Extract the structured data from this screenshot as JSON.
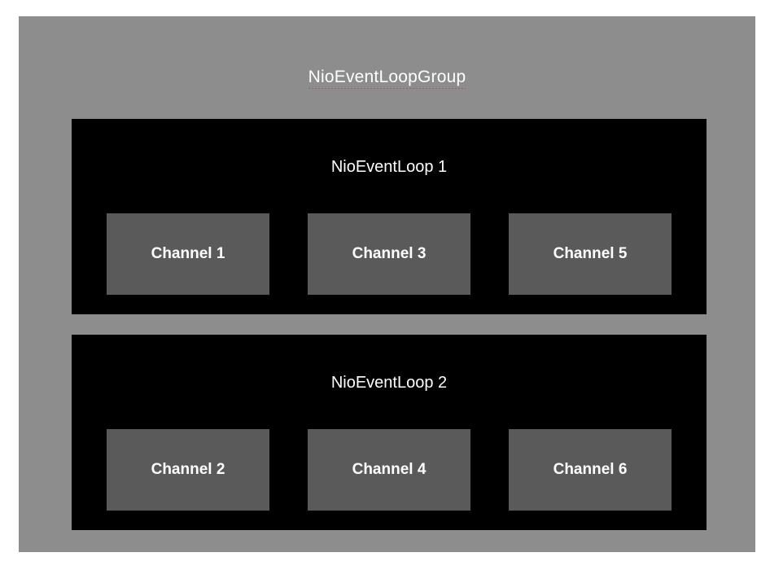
{
  "diagram": {
    "background_color": "#ffffff",
    "group": {
      "title": "NioEventLoopGroup",
      "background_color": "#8d8d8d",
      "title_color": "#ffffff",
      "title_has_spellcheck_underline": true,
      "spellcheck_underline_color": "#a84646"
    },
    "event_loops": [
      {
        "title": "NioEventLoop 1",
        "background_color": "#000000",
        "title_color": "#ffffff",
        "channels": [
          {
            "label": "Channel 1",
            "background_color": "#5a5a5a",
            "label_color": "#ffffff"
          },
          {
            "label": "Channel 3",
            "background_color": "#5a5a5a",
            "label_color": "#ffffff"
          },
          {
            "label": "Channel 5",
            "background_color": "#5a5a5a",
            "label_color": "#ffffff"
          }
        ]
      },
      {
        "title": "NioEventLoop 2",
        "background_color": "#000000",
        "title_color": "#ffffff",
        "channels": [
          {
            "label": "Channel 2",
            "background_color": "#5a5a5a",
            "label_color": "#ffffff"
          },
          {
            "label": "Channel 4",
            "background_color": "#5a5a5a",
            "label_color": "#ffffff"
          },
          {
            "label": "Channel 6",
            "background_color": "#5a5a5a",
            "label_color": "#ffffff"
          }
        ]
      }
    ]
  }
}
